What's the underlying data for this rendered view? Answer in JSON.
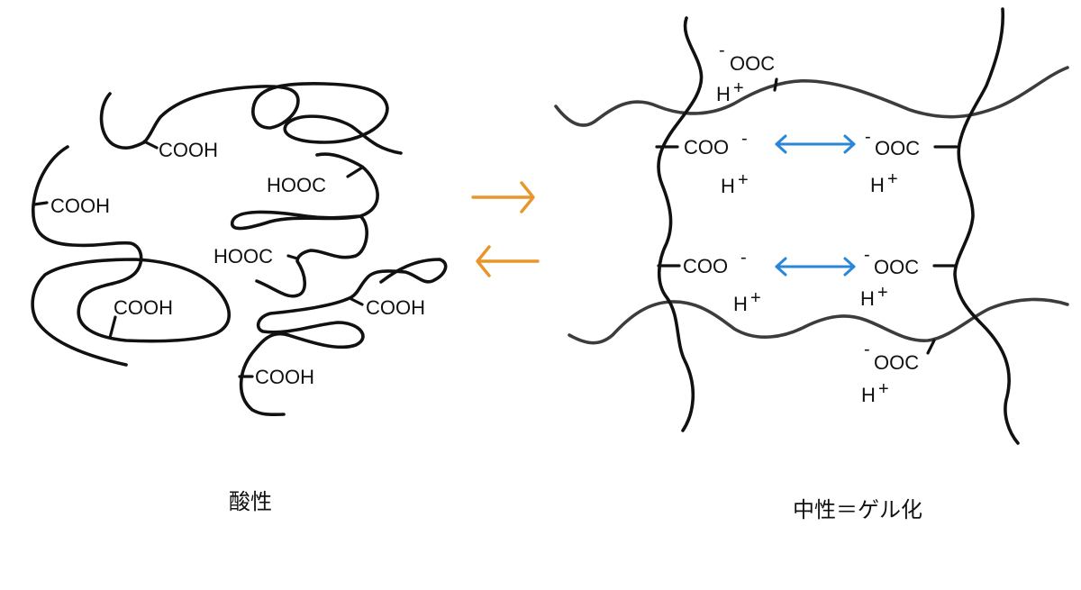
{
  "diagram": {
    "acidic_panel": {
      "caption": "酸性",
      "groups": [
        "COOH",
        "COOH",
        "HOOC",
        "HOOC",
        "COOH",
        "COOH",
        "COOH"
      ]
    },
    "neutral_panel": {
      "caption": "中性＝ゲル化",
      "groups": [
        {
          "label": "OOC",
          "charge": "-",
          "counter_ion": "H",
          "counter_charge": "+"
        },
        {
          "label": "COO",
          "charge": "-",
          "counter_ion": "H",
          "counter_charge": "+"
        },
        {
          "label": "OOC",
          "charge": "-",
          "counter_ion": "H",
          "counter_charge": "+"
        },
        {
          "label": "COO",
          "charge": "-",
          "counter_ion": "H",
          "counter_charge": "+"
        },
        {
          "label": "OOC",
          "charge": "-",
          "counter_ion": "H",
          "counter_charge": "+"
        },
        {
          "label": "OOC",
          "charge": "-",
          "counter_ion": "H",
          "counter_charge": "+"
        }
      ],
      "interaction_arrows": 2
    },
    "equilibrium": {
      "forward": "→",
      "reverse": "←"
    },
    "colors": {
      "equilibrium_arrow": "#e8962b",
      "repulsion_arrow": "#2a86d6",
      "chain": "#111111"
    }
  }
}
